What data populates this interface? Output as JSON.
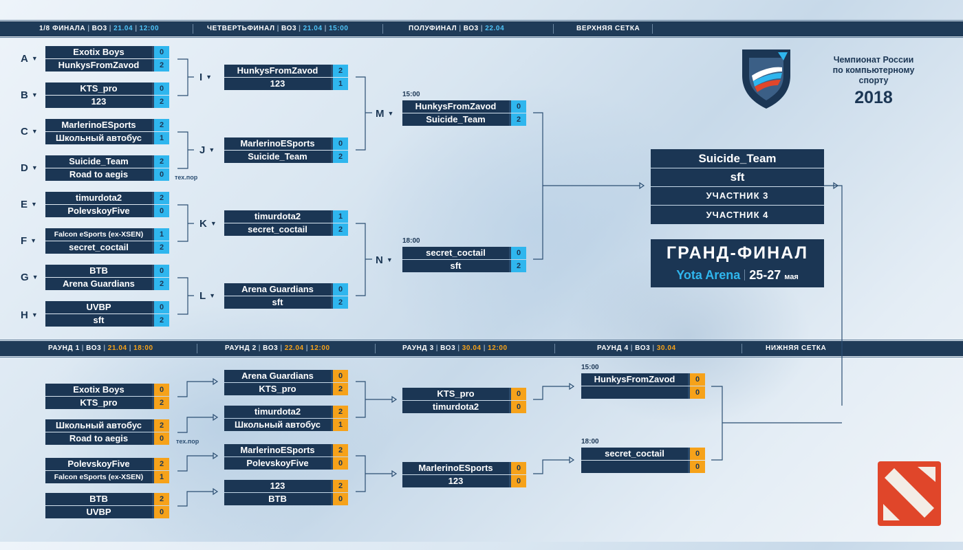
{
  "upper_header": {
    "r16": {
      "title": "1/8 ФИНАЛА",
      "format": "ВО3",
      "date": "21.04",
      "time": "12:00"
    },
    "qf": {
      "title": "ЧЕТВЕРТЬФИНАЛ",
      "format": "ВО3",
      "date": "21.04",
      "time": "15:00"
    },
    "sf": {
      "title": "ПОЛУФИНАЛ",
      "format": "ВО3",
      "date": "22.04"
    },
    "section": "ВЕРХНЯЯ СЕТКА"
  },
  "lower_header": {
    "r1": {
      "title": "РАУНД 1",
      "format": "ВО3",
      "date": "21.04",
      "time": "18:00"
    },
    "r2": {
      "title": "РАУНД 2",
      "format": "ВО3",
      "date": "22.04",
      "time": "12:00"
    },
    "r3": {
      "title": "РАУНД 3",
      "format": "ВО3",
      "date": "30.04",
      "time": "12:00"
    },
    "r4": {
      "title": "РАУНД 4",
      "format": "ВО3",
      "date": "30.04"
    },
    "section": "НИЖНЯЯ СЕТКА"
  },
  "upper": {
    "r16": [
      {
        "letter": "A",
        "t1": "Exotix Boys",
        "s1": "0",
        "t2": "HunkysFromZavod",
        "s2": "2"
      },
      {
        "letter": "B",
        "t1": "KTS_pro",
        "s1": "0",
        "t2": "123",
        "s2": "2"
      },
      {
        "letter": "C",
        "t1": "MarlerinoESports",
        "s1": "2",
        "t2": "Школьный автобус",
        "s2": "1"
      },
      {
        "letter": "D",
        "t1": "Suicide_Team",
        "s1": "2",
        "t2": "Road to aegis",
        "s2": "0"
      },
      {
        "letter": "E",
        "t1": "timurdota2",
        "s1": "2",
        "t2": "PolevskoyFive",
        "s2": "0"
      },
      {
        "letter": "F",
        "t1": "Falcon eSports (ex-XSEN)",
        "s1": "1",
        "t2": "secret_coctail",
        "s2": "2"
      },
      {
        "letter": "G",
        "t1": "BTB",
        "s1": "0",
        "t2": "Arena Guardians",
        "s2": "2"
      },
      {
        "letter": "H",
        "t1": "UVBP",
        "s1": "0",
        "t2": "sft",
        "s2": "2"
      }
    ],
    "r16_note": "тех.пор",
    "qf": [
      {
        "letter": "I",
        "t1": "HunkysFromZavod",
        "s1": "2",
        "t2": "123",
        "s2": "1"
      },
      {
        "letter": "J",
        "t1": "MarlerinoESports",
        "s1": "0",
        "t2": "Suicide_Team",
        "s2": "2"
      },
      {
        "letter": "K",
        "t1": "timurdota2",
        "s1": "1",
        "t2": "secret_coctail",
        "s2": "2"
      },
      {
        "letter": "L",
        "t1": "Arena Guardians",
        "s1": "0",
        "t2": "sft",
        "s2": "2"
      }
    ],
    "sf": [
      {
        "letter": "M",
        "time": "15:00",
        "t1": "HunkysFromZavod",
        "s1": "0",
        "t2": "Suicide_Team",
        "s2": "2"
      },
      {
        "letter": "N",
        "time": "18:00",
        "t1": "secret_coctail",
        "s1": "0",
        "t2": "sft",
        "s2": "2"
      }
    ]
  },
  "final_four": [
    "Suicide_Team",
    "sft",
    "УЧАСТНИК 3",
    "УЧАСТНИК 4"
  ],
  "grand_final": {
    "title": "ГРАНД-ФИНАЛ",
    "venue": "Yota Arena",
    "dates": "25-27",
    "month": "мая"
  },
  "logo": {
    "line1": "Чемпионат России",
    "line2": "по компьютерному спорту",
    "year": "2018"
  },
  "lower": {
    "r1": [
      {
        "t1": "Exotix Boys",
        "s1": "0",
        "t2": "KTS_pro",
        "s2": "2"
      },
      {
        "t1": "Школьный автобус",
        "s1": "2",
        "t2": "Road to aegis",
        "s2": "0"
      },
      {
        "t1": "PolevskoyFive",
        "s1": "2",
        "t2": "Falcon eSports (ex-XSEN)",
        "s2": "1"
      },
      {
        "t1": "BTB",
        "s1": "2",
        "t2": "UVBP",
        "s2": "0"
      }
    ],
    "r1_note": "тех.пор",
    "r2": [
      {
        "t1": "Arena Guardians",
        "s1": "0",
        "t2": "KTS_pro",
        "s2": "2"
      },
      {
        "t1": "timurdota2",
        "s1": "2",
        "t2": "Школьный автобус",
        "s2": "1"
      },
      {
        "t1": "MarlerinoESports",
        "s1": "2",
        "t2": "PolevskoyFive",
        "s2": "0"
      },
      {
        "t1": "123",
        "s1": "2",
        "t2": "BTB",
        "s2": "0"
      }
    ],
    "r3": [
      {
        "t1": "KTS_pro",
        "s1": "0",
        "t2": "timurdota2",
        "s2": "0"
      },
      {
        "t1": "MarlerinoESports",
        "s1": "0",
        "t2": "123",
        "s2": "0"
      }
    ],
    "r4": [
      {
        "time": "15:00",
        "t1": "HunkysFromZavod",
        "s1": "0",
        "t2": "",
        "s2": "0"
      },
      {
        "time": "18:00",
        "t1": "secret_coctail",
        "s1": "0",
        "t2": "",
        "s2": "0"
      }
    ]
  },
  "colors": {
    "accent_blue": "#2fb6ee",
    "accent_orange": "#f6a21a",
    "navy": "#1b3654",
    "dota_red": "#e0462a"
  }
}
